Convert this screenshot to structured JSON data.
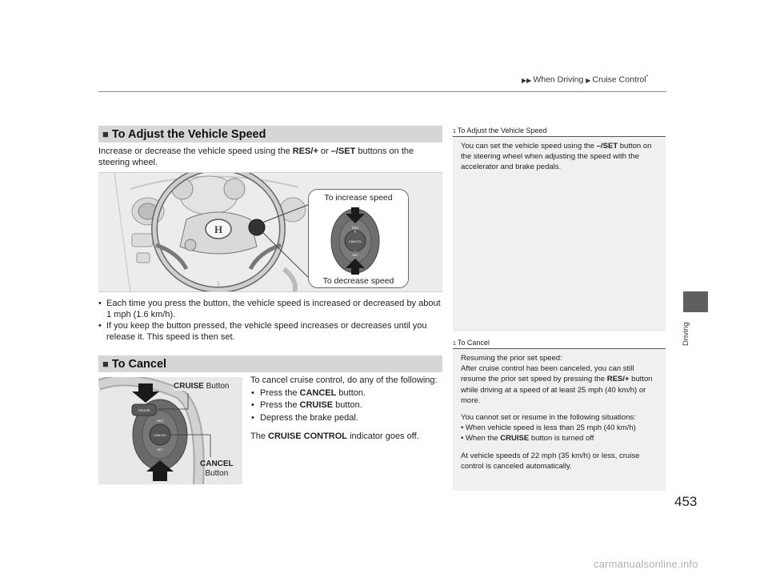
{
  "breadcrumb": {
    "arrows": "▶▶",
    "level1": "When Driving",
    "sep": "▶",
    "level2": "Cruise Control",
    "mark": "*"
  },
  "side_tab": {
    "label": "Driving"
  },
  "section1": {
    "heading_marker": "■",
    "heading": "To Adjust the Vehicle Speed",
    "intro_a": "Increase or decrease the vehicle speed using the ",
    "res_label": "RES/+",
    "intro_b": " or ",
    "set_label": "–/SET",
    "intro_c": " buttons on the steering wheel.",
    "callout_top": "To increase speed",
    "callout_bottom": "To decrease speed",
    "btn_res": "RES",
    "btn_plus": "+",
    "btn_cancel": "CANCEL",
    "btn_minus": "–",
    "btn_set": "SET",
    "bullets": [
      "Each time you press the button, the vehicle speed is increased or decreased by about 1 mph (1.6 km/h).",
      "If you keep the button pressed, the vehicle speed increases or decreases until you release it. This speed is then set."
    ]
  },
  "section2": {
    "heading_marker": "■",
    "heading": "To Cancel",
    "intro": "To cancel cruise control, do any of the following:",
    "bullet1_a": "Press the ",
    "bullet1_b": "CANCEL",
    "bullet1_c": " button.",
    "bullet2_a": "Press the ",
    "bullet2_b": "CRUISE",
    "bullet2_c": " button.",
    "bullet3": "Depress the brake pedal.",
    "indicator_a": "The ",
    "indicator_b": "CRUISE CONTROL",
    "indicator_c": " indicator goes off.",
    "cruise_btn_bold": "CRUISE",
    "cruise_btn_rest": " Button",
    "cancel_btn_bold": "CANCEL",
    "cancel_btn_rest": "Button",
    "img_cruise": "CRUISE",
    "img_cancel": "CANCEL",
    "img_res": "RES",
    "img_set": "SET"
  },
  "note1": {
    "icon": "1",
    "title": "To Adjust the Vehicle Speed",
    "body_a": "You can set the vehicle speed using the ",
    "body_b": "–/SET",
    "body_c": " button on the steering wheel when adjusting the speed with the accelerator and brake pedals."
  },
  "note2": {
    "icon": "1",
    "title": "To Cancel",
    "resume_head": "Resuming the prior set speed:",
    "resume_a": "After cruise control has been canceled, you can still resume the prior set speed by pressing the ",
    "resume_b": "RES/+",
    "resume_c": " button while driving at a speed of at least 25 mph (40 km/h) or more.",
    "cannot": "You cannot set or resume in the following situations:",
    "b1": "When vehicle speed is less than 25 mph (40 km/h)",
    "b2_a": "When the ",
    "b2_b": "CRUISE",
    "b2_c": " button is turned off",
    "auto": "At vehicle speeds of 22 mph (35 km/h) or less, cruise control is canceled automatically."
  },
  "page_number": "453",
  "watermark": "carmanualsonline.info"
}
